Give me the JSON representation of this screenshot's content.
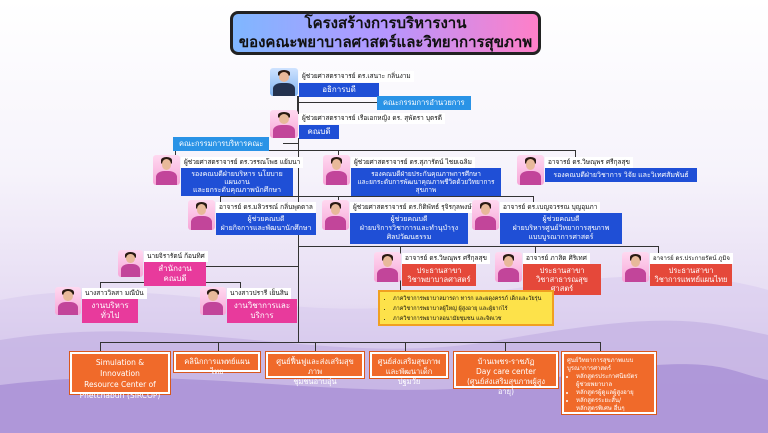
{
  "title": {
    "line1": "โครงสร้างการบริหารงาน",
    "line2": "ของคณะพยาบาลศาสตร์และวิทยาการสุขภาพ"
  },
  "president": {
    "name": "ผู้ช่วยศาสตราจารย์ ดร.เสนาะ กลิ่นงาม",
    "title": "อธิการบดี"
  },
  "advisory_committee": "คณะกรรมการอำนวยการ",
  "dean": {
    "name": "ผู้ช่วยศาสตราจารย์ เรือเอกหญิง ดร. สุพัตรา บุตรดี",
    "title": "คณบดี"
  },
  "exec_committee": "คณะกรรมการบริหารคณะ",
  "vice_deans": [
    {
      "name": "ผู้ช่วยศาสตราจารย์ ดร.วรรณโพธ แย้มนา",
      "title": "รองคณบดีฝ่ายบริหาร นโยบาย แผนงาน\nและยกระดับคุณภาพนักศึกษา"
    },
    {
      "name": "ผู้ช่วยศาสตราจารย์ ดร.สุภารัตน์ ไชยเฉลิม",
      "title": "รองคณบดีฝ่ายประกันคุณภาพการศึกษา\nและยกระดับการพัฒนาคุณภาพชีวิตด้วยวิทยาการสุขภาพ"
    },
    {
      "name": "อาจารย์ ดร.วิษณุพร ศรีกุลสุข",
      "title": "รองคณบดีฝ่ายวิชาการ วิจัย และวิเทศสัมพันธ์"
    }
  ],
  "assistant_deans": [
    {
      "name": "อาจารย์ ดร.มลิวรรณ์ กลิ่นพุดตาล",
      "title": "ผู้ช่วยคณบดี\nฝ่ายกิจการและพัฒนานักศึกษา"
    },
    {
      "name": "ผู้ช่วยศาสตราจารย์ ดร.กิติพัทธ์ รุจิรกุลพงษ์",
      "title": "ผู้ช่วยคณบดี\nฝ่ายบริการวิชาการและทำนุบำรุง\nศิลปวัฒนธรรม"
    },
    {
      "name": "อาจารย์ ดร.เบญจวรรณ บุญอุมภา",
      "title": "ผู้ช่วยคณบดี\nฝ่ายบริหารศูนย์วิทยาการสุขภาพ\nแบบบูรณาการศาสตร์"
    }
  ],
  "office": {
    "name": "นายจิรารัตน์ ก้อนทิศ",
    "title": "สำนักงานคณบดี"
  },
  "staff": [
    {
      "name": "นางสาววิลสา มณีบัน",
      "title": "งานบริหารทั่วไป"
    },
    {
      "name": "นางสาวปรารี เย็นสิน",
      "title": "งานวิชาการและบริการ"
    }
  ],
  "program_heads": [
    {
      "name": "อาจารย์ ดร.วิษณุพร ศรีกุลสุข",
      "title": "ประธานสาขา\nวิชาพยาบาลศาสตร์"
    },
    {
      "name": "อาจารย์ ภาสิต ศิริเทศ",
      "title": "ประธานสาขา\nวิชาสาธารณสุขศาสตร์"
    },
    {
      "name": "อาจารย์ ดร.ประกายรัตน์ ภูมิจ",
      "title": "ประธานสาขา\nวิชาการแพทย์แผนไทย"
    }
  ],
  "nursing_departments": [
    "ภาควิชาการพยาบาลมารดา ทารก และผดุงครรภ์ เด็กและวัยรุ่น",
    "ภาควิชาการพยาบาลผู้ใหญ่ ผู้สูงอายุ และผู้ยากไร้",
    "ภาควิชาการพยาบาลอนามัยชุมชน และจิตเวช"
  ],
  "units": [
    "Simulation & Innovation\nResource Center of\nPhetchaburi (SIRCOP)",
    "คลินิกการแพทย์แผนไทย",
    "ศูนย์ฟื้นฟูและส่งเสริมสุขภาพ\nชุมชนอาบอุ่น",
    "ศูนย์ส่งเสริมสุขภาพ\nและพัฒนาเด็กปฐมวัย",
    "บ้านเพชร-ราชภัฏ\nDay care center\n(ศูนย์ส่งเสริมสุขภาพผู้สูงอายุ)"
  ],
  "center": {
    "title": "ศูนย์วิทยาการสุขภาพแบบ\nบูรณาการศาสตร์",
    "items": [
      "หลักสูตรประกาศนียบัตร\nผู้ช่วยพยาบาล",
      "หลักสูตรผู้ดูแลผู้สูงอายุ",
      "หลักสูตรระยะสั้น/\nหลักสูตรพิเศษ อื่นๆ"
    ]
  }
}
